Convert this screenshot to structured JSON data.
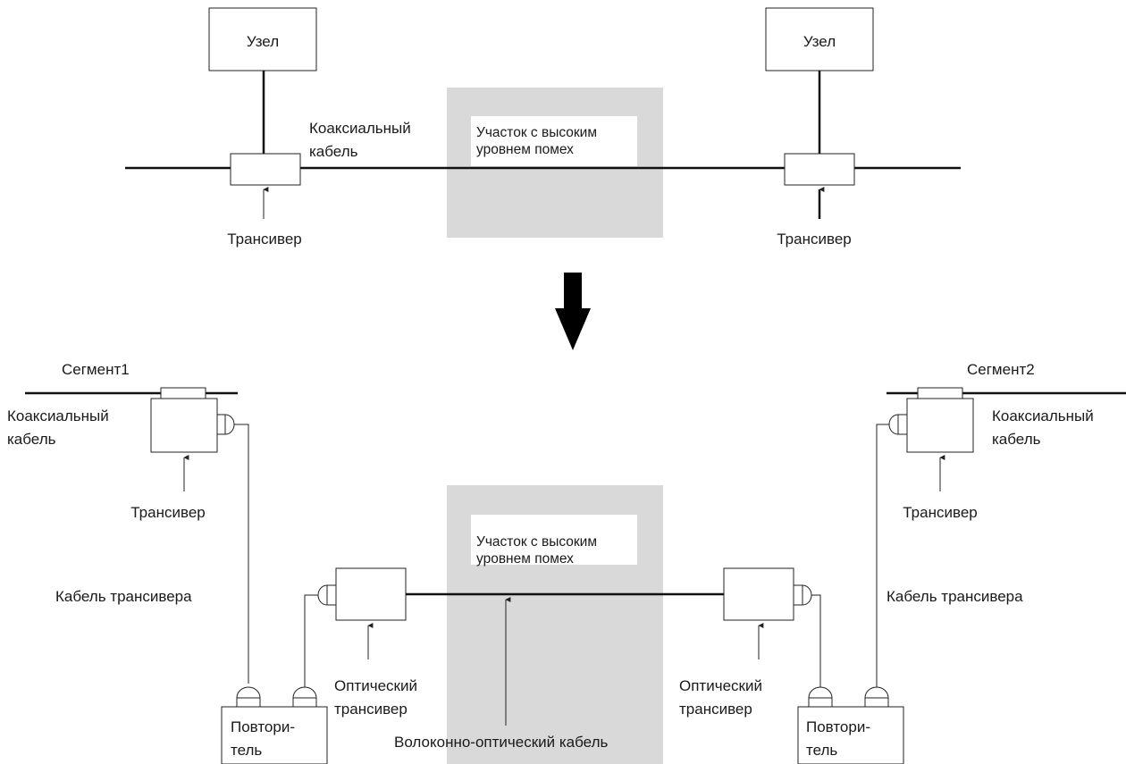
{
  "top": {
    "node_left": "Узел",
    "node_right": "Узел",
    "coax_line1": "Коаксиальный",
    "coax_line2": "кабель",
    "noise_line1": "Участок  с высоким",
    "noise_line2": "уровнем помех",
    "transceiver_left": "Трансивер",
    "transceiver_right": "Трансивер"
  },
  "bottom": {
    "segment1": "Сегмент1",
    "segment2": "Сегмент2",
    "coax_left_line1": "Коаксиальный",
    "coax_left_line2": "кабель",
    "coax_right_line1": "Коаксиальный",
    "coax_right_line2": "кабель",
    "transceiver_left": "Трансивер",
    "transceiver_right": "Трансивер",
    "noise_line1": "Участок  с высоким",
    "noise_line2": "уровнем помех",
    "cable_left": "Кабель трансивера",
    "cable_right": "Кабель трансивера",
    "optical_left_line1": "Оптический",
    "optical_left_line2": "трансивер",
    "optical_right_line1": "Оптический",
    "optical_right_line2": "трансивер",
    "fiber": "Волоконно-оптический кабель",
    "repeater_left_line1": "Повтори-",
    "repeater_left_line2": "тель",
    "repeater_right_line1": "Повтори-",
    "repeater_right_line2": "тель"
  },
  "colors": {
    "noise_zone": "#d9d9d9",
    "line": "#222222"
  }
}
